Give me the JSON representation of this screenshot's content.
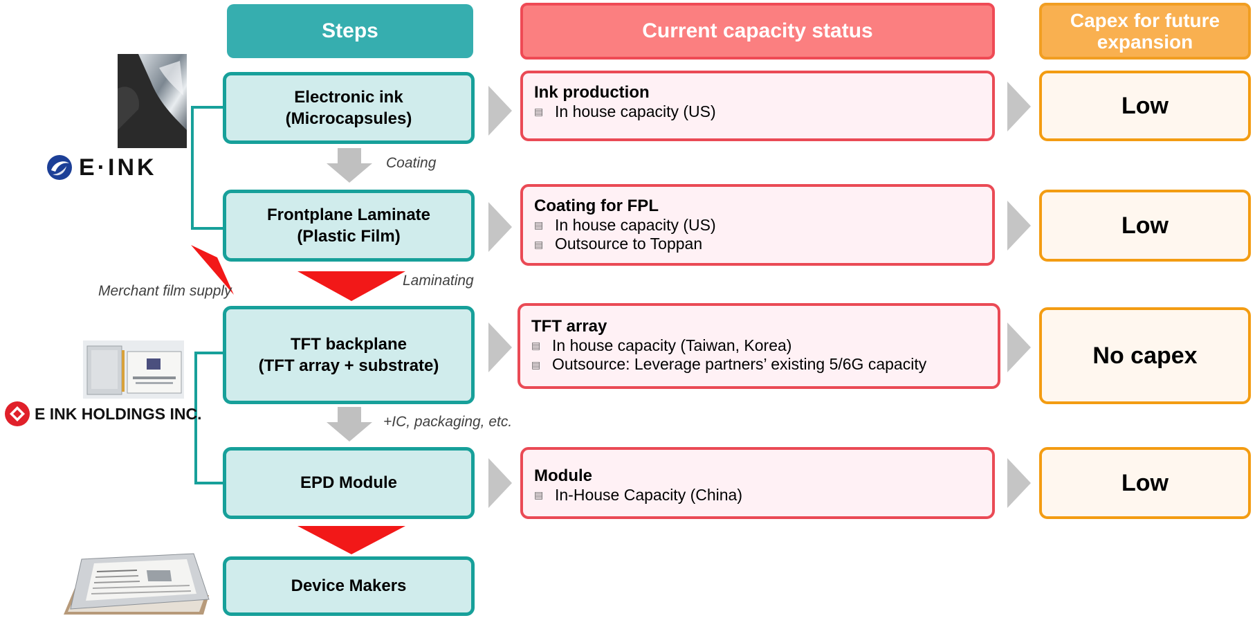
{
  "headers": {
    "steps": "Steps",
    "status": "Current capacity status",
    "capex_line1": "Capex for future",
    "capex_line2": "expansion"
  },
  "steps": [
    {
      "line1": "Electronic ink",
      "line2": "(Microcapsules)"
    },
    {
      "line1": "Frontplane Laminate",
      "line2": "(Plastic Film)"
    },
    {
      "line1": "TFT backplane",
      "line2": "(TFT array + substrate)"
    },
    {
      "line1": "EPD Module"
    },
    {
      "line1": "Device Makers"
    }
  ],
  "status": [
    {
      "title": "Ink production",
      "items": [
        "In house capacity (US)"
      ]
    },
    {
      "title": "Coating for FPL",
      "items": [
        "In house capacity (US)",
        "Outsource to Toppan"
      ]
    },
    {
      "title": "TFT array",
      "items": [
        "In house capacity (Taiwan, Korea)",
        "Outsource: Leverage partners’ existing 5/6G capacity"
      ]
    },
    {
      "title": "Module",
      "items": [
        "In-House Capacity (China)"
      ]
    }
  ],
  "capex": [
    "Low",
    "Low",
    "No capex",
    "Low"
  ],
  "notes": {
    "coating": "Coating",
    "laminating": "Laminating",
    "merchant": "Merchant film supply",
    "ic_packaging": "+IC, packaging, etc."
  },
  "logos": {
    "eink": "E·INK",
    "holdings": "E INK HOLDINGS INC."
  },
  "colors": {
    "teal_header": "#36aeaf",
    "teal_border": "#17a09a",
    "step_fill": "#d0ecec",
    "red_header": "#fb7f80",
    "red_border": "#ea4a55",
    "orange_header": "#f9b050",
    "orange_border": "#f39c12",
    "arrow_red": "#f21818",
    "arrow_gray": "#c0c0c0"
  }
}
